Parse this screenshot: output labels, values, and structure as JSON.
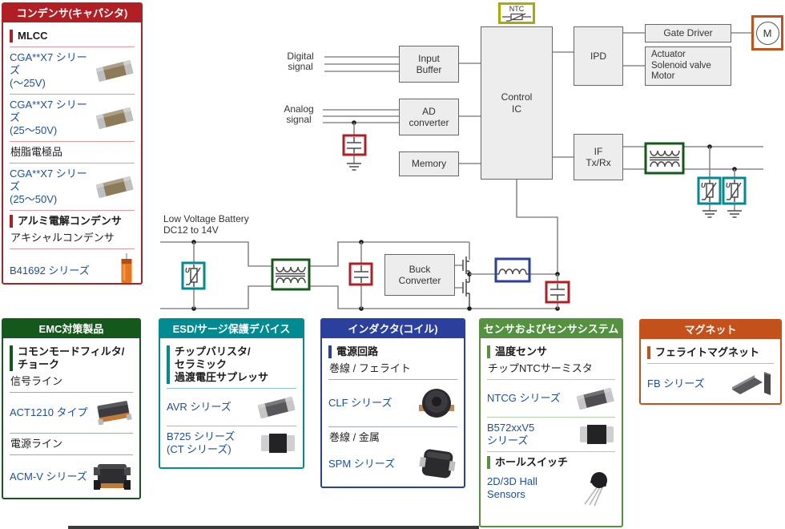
{
  "colors": {
    "red": "#b01f24",
    "dark_green": "#15581b",
    "teal": "#008a91",
    "blue": "#2b3f9d",
    "green": "#55923f",
    "orange": "#c4511b",
    "olive": "#a8ab00",
    "link": "#1d4f9e",
    "wire": "#8a8a8a",
    "block_fill": "#ededed",
    "block_border": "#666666"
  },
  "panels": {
    "capacitor": {
      "title": "コンデンサ(キャパシタ)",
      "sec_mlcc": "MLCC",
      "link_cga_25": "CGA**X7 シリーズ",
      "link_cga_25_sub": "(～25V)",
      "link_cga_50": "CGA**X7 シリーズ",
      "link_cga_50_sub": "(25～50V)",
      "sub_resin": "樹脂電極品",
      "link_cga_resin": "CGA**X7 シリーズ",
      "link_cga_resin_sub": "(25～50V)",
      "sec_alumi": "アルミ電解コンデンサ",
      "sub_axial": "アキシャルコンデンサ",
      "link_b41692": "B41692 シリーズ"
    },
    "emc": {
      "title": "EMC対策製品",
      "sec_cmf_l1": "コモンモードフィルタ/",
      "sec_cmf_l2": "チョーク",
      "sub_signal": "信号ライン",
      "link_act1210": "ACT1210 タイプ",
      "sub_power": "電源ライン",
      "link_acmv": "ACM-V シリーズ"
    },
    "esd": {
      "title": "ESD/サージ保護デバイス",
      "sec_l1": "チップバリスタ/",
      "sec_l2": "セラミック",
      "sec_l3": "過渡電圧サプレッサ",
      "link_avr": "AVR シリーズ",
      "link_b725_l1": "B725 シリーズ",
      "link_b725_l2": "(CT シリーズ)"
    },
    "inductor": {
      "title": "インダクタ(コイル)",
      "sec_power": "電源回路",
      "sub_ferrite": "巻線 / フェライト",
      "link_clf": "CLF シリーズ",
      "sub_metal": "巻線 / 金属",
      "link_spm": "SPM シリーズ"
    },
    "sensor": {
      "title": "センサおよびセンサシステム",
      "sec_temp": "温度センサ",
      "sub_ntc": "チップNTCサーミスタ",
      "link_ntcg": "NTCG シリーズ",
      "link_b572_l1": "B572xxV5",
      "link_b572_l2": "シリーズ",
      "sec_hall": "ホールスイッチ",
      "link_hall_l1": "2D/3D Hall",
      "link_hall_l2": "Sensors"
    },
    "magnet": {
      "title": "マグネット",
      "sec_ferrite": "フェライトマグネット",
      "link_fb": "FB シリーズ"
    }
  },
  "diagram": {
    "labels": {
      "digital_l1": "Digital",
      "digital_l2": "signal",
      "analog_l1": "Analog",
      "analog_l2": "signal",
      "battery_l1": "Low Voltage Battery",
      "battery_l2": "DC12 to 14V"
    },
    "blocks": {
      "input_buffer_l1": "Input",
      "input_buffer_l2": "Buffer",
      "ad_l1": "AD",
      "ad_l2": "converter",
      "memory": "Memory",
      "control_l1": "Control",
      "control_l2": "IC",
      "ipd": "IPD",
      "gate_driver": "Gate Driver",
      "actuator_l1": "Actuator",
      "actuator_l2": "Solenoid valve",
      "actuator_l3": "Motor",
      "if_l1": "IF",
      "if_l2": "Tx/Rx",
      "buck_l1": "Buck",
      "buck_l2": "Converter",
      "motor": "M",
      "ntc": "NTC"
    },
    "varistor_label": "U"
  }
}
